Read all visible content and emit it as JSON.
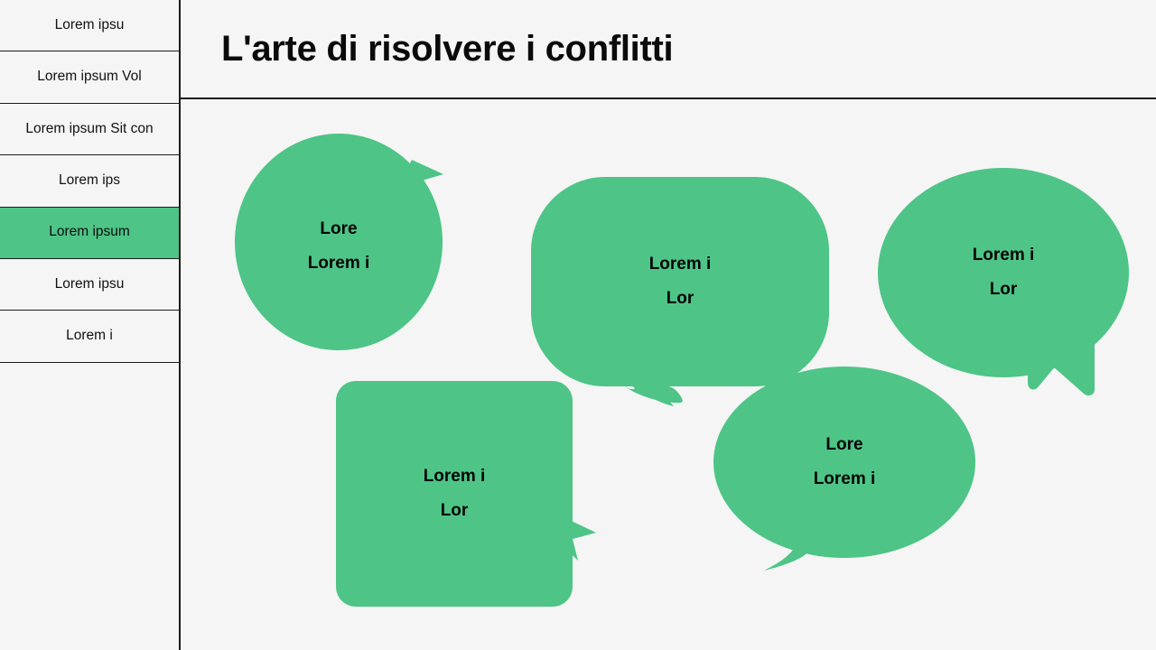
{
  "sidebar": {
    "items": [
      {
        "label": "Lorem ipsu",
        "active": false
      },
      {
        "label": "Lorem ipsum Vol",
        "active": false
      },
      {
        "label": "Lorem ipsum Sit con",
        "active": false
      },
      {
        "label": "Lorem ips",
        "active": false
      },
      {
        "label": "Lorem ipsum",
        "active": true
      },
      {
        "label": "Lorem ipsu",
        "active": false
      },
      {
        "label": "Lorem i",
        "active": false
      }
    ]
  },
  "header": {
    "title": "L'arte di risolvere i conflitti"
  },
  "main": {
    "bubbles": [
      {
        "shape": "circle",
        "tail": "notch-upper-right",
        "line1": "Lore",
        "line2": "Lorem i"
      },
      {
        "shape": "rounded-pill",
        "tail": "curved-hook-bottom",
        "line1": "Lorem i",
        "line2": "Lor"
      },
      {
        "shape": "ellipse",
        "tail": "wedge-bottom-left",
        "line1": "Lorem i",
        "line2": "Lor"
      },
      {
        "shape": "rounded-square",
        "tail": "notch-right",
        "line1": "Lorem i",
        "line2": "Lor"
      },
      {
        "shape": "ellipse",
        "tail": "curved-crescent-bottom-left",
        "line1": "Lore",
        "line2": "Lorem i"
      }
    ]
  },
  "colors": {
    "accent_green": "#4ec487",
    "page_background": "#f4f5f4",
    "border": "#1b1b1b",
    "text": "#111111"
  }
}
